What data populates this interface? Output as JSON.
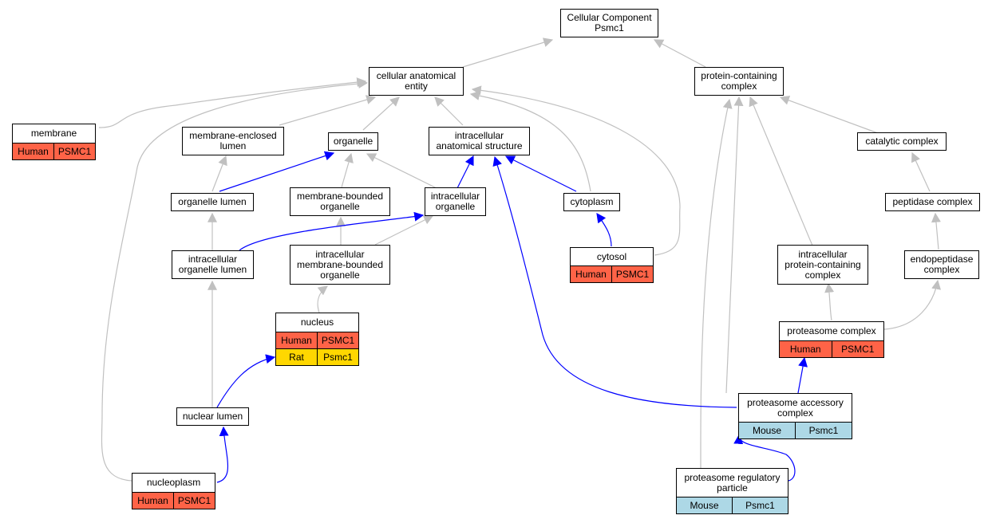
{
  "colors": {
    "edge_gray": "#c0c0c0",
    "edge_blue": "#0000ff",
    "human": "#ff6347",
    "rat": "#ffd700",
    "mouse": "#add8e6"
  },
  "nodes": {
    "root": {
      "label": "Cellular Component\nPsmc1"
    },
    "cae": {
      "label": "cellular anatomical\nentity"
    },
    "pcc": {
      "label": "protein-containing\ncomplex"
    },
    "membrane": {
      "label": "membrane",
      "rows": [
        [
          "Human",
          "PSMC1"
        ]
      ]
    },
    "mel": {
      "label": "membrane-enclosed\nlumen"
    },
    "organelle": {
      "label": "organelle"
    },
    "ias": {
      "label": "intracellular\nanatomical structure"
    },
    "catalytic": {
      "label": "catalytic complex"
    },
    "orglumen": {
      "label": "organelle lumen"
    },
    "mbo": {
      "label": "membrane-bounded\norganelle"
    },
    "intorg": {
      "label": "intracellular\norganelle"
    },
    "cytoplasm": {
      "label": "cytoplasm"
    },
    "peptidase": {
      "label": "peptidase complex"
    },
    "iol": {
      "label": "intracellular\norganelle lumen"
    },
    "imbo": {
      "label": "intracellular\nmembrane-bounded\norganelle"
    },
    "cytosol": {
      "label": "cytosol",
      "rows": [
        [
          "Human",
          "PSMC1"
        ]
      ]
    },
    "ipcc": {
      "label": "intracellular\nprotein-containing\ncomplex"
    },
    "endopep": {
      "label": "endopeptidase\ncomplex"
    },
    "nucleus": {
      "label": "nucleus",
      "rows": [
        [
          "Human",
          "PSMC1"
        ],
        [
          "Rat",
          "Psmc1"
        ]
      ]
    },
    "proteasome": {
      "label": "proteasome complex",
      "rows": [
        [
          "Human",
          "PSMC1"
        ]
      ]
    },
    "pac": {
      "label": "proteasome accessory\ncomplex",
      "rows": [
        [
          "Mouse",
          "Psmc1"
        ]
      ]
    },
    "nuclum": {
      "label": "nuclear lumen"
    },
    "nucleoplasm": {
      "label": "nucleoplasm",
      "rows": [
        [
          "Human",
          "PSMC1"
        ]
      ]
    },
    "prp": {
      "label": "proteasome regulatory\nparticle",
      "rows": [
        [
          "Mouse",
          "Psmc1"
        ]
      ]
    }
  }
}
